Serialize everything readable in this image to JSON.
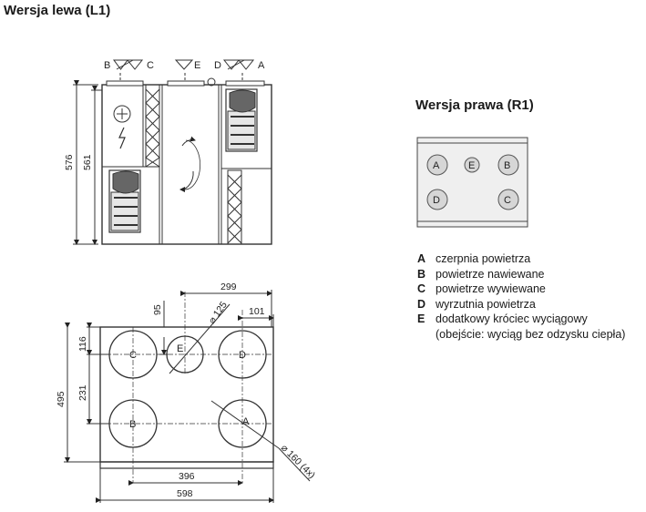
{
  "titles": {
    "left": "Wersja lewa (L1)",
    "right": "Wersja prawa (R1)"
  },
  "front_view": {
    "port_labels": {
      "B": "B",
      "C": "C",
      "E": "E",
      "D": "D",
      "A": "A"
    },
    "dims": {
      "h576": "576",
      "h561": "561"
    }
  },
  "top_view": {
    "ports": {
      "C": "C",
      "E": "E",
      "D": "D",
      "B": "B",
      "A": "A"
    },
    "dims": {
      "d299": "299",
      "d95": "95",
      "d125": "⌀ 125",
      "d101": "101",
      "d116": "116",
      "d231": "231",
      "d495": "495",
      "d396": "396",
      "d598": "598",
      "d160": "⌀ 160 (4x)"
    }
  },
  "right_view": {
    "ports": {
      "A": "A",
      "E": "E",
      "B": "B",
      "D": "D",
      "C": "C"
    }
  },
  "legend": {
    "A": {
      "key": "A",
      "text": "czerpnia powietrza"
    },
    "B": {
      "key": "B",
      "text": "powietrze nawiewane"
    },
    "C": {
      "key": "C",
      "text": "powietrze wywiewane"
    },
    "D": {
      "key": "D",
      "text": "wyrzutnia powietrza"
    },
    "E": {
      "key": "E",
      "text": "dodatkowy króciec wyciągowy"
    },
    "note": "(obejście: wyciąg bez odzysku ciepła)"
  }
}
